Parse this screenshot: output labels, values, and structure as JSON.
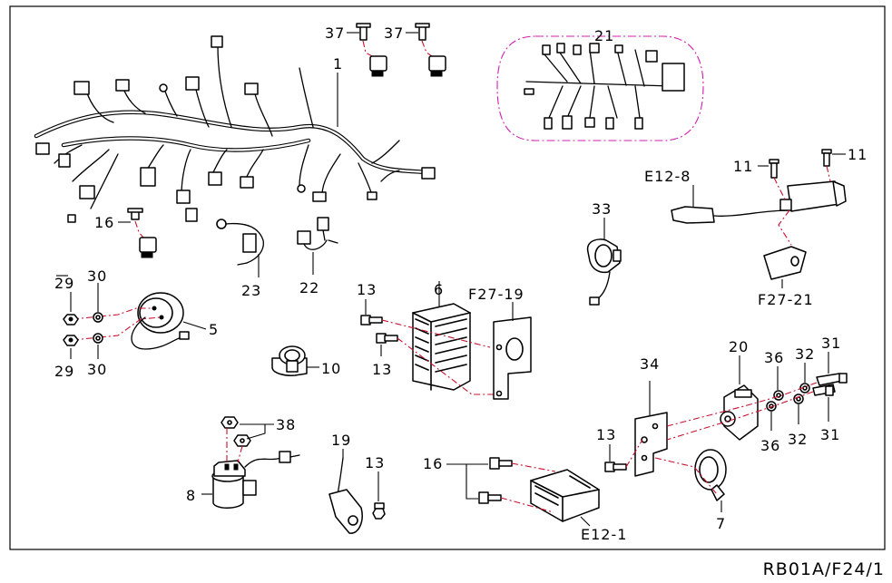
{
  "drawing_code": "RB01A/F24/1",
  "callouts": {
    "c1": "1",
    "c5": "5",
    "c6": "6",
    "c7": "7",
    "c8": "8",
    "c10": "10",
    "c11a": "11",
    "c11b": "11",
    "c13a": "13",
    "c13b": "13",
    "c13c": "13",
    "c13d": "13",
    "c16a": "16",
    "c16b": "16",
    "c19": "19",
    "c20": "20",
    "c21": "21",
    "c22": "22",
    "c23": "23",
    "c29a": "29",
    "c29b": "29",
    "c30a": "30",
    "c30b": "30",
    "c31a": "31",
    "c31b": "31",
    "c32a": "32",
    "c32b": "32",
    "c33": "33",
    "c34": "34",
    "c36a": "36",
    "c36b": "36",
    "c37a": "37",
    "c37b": "37",
    "c38": "38",
    "ce12_1": "E12-1",
    "ce12_8": "E12-8",
    "cf27_19": "F27-19",
    "cf27_21": "F27-21"
  }
}
